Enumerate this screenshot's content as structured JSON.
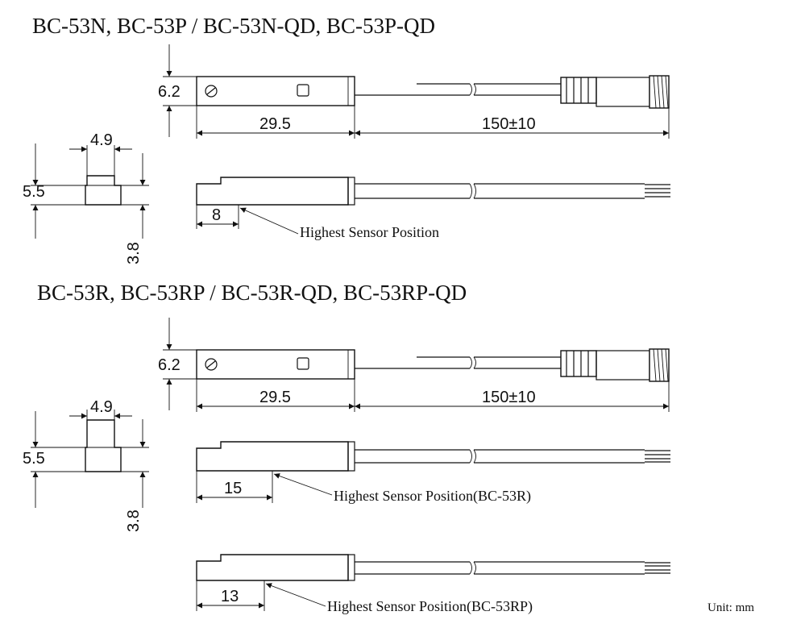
{
  "section_a": {
    "title": "BC-53N, BC-53P / BC-53N-QD, BC-53P-QD",
    "dim_height": "6.2",
    "dim_body_length": "29.5",
    "dim_cable_length": "150±10",
    "end_width": "4.9",
    "end_height": "5.5",
    "end_offset": "3.8",
    "sensor_offset": "8",
    "sensor_label": "Highest Sensor Position"
  },
  "section_b": {
    "title": "BC-53R, BC-53RP / BC-53R-QD, BC-53RP-QD",
    "dim_height": "6.2",
    "dim_body_length": "29.5",
    "dim_cable_length": "150±10",
    "end_width": "4.9",
    "end_height": "5.5",
    "end_offset": "3.8",
    "sensor_offset_r": "15",
    "sensor_label_r": "Highest Sensor Position(BC-53R)",
    "sensor_offset_rp": "13",
    "sensor_label_rp": "Highest Sensor Position(BC-53RP)"
  },
  "unit_label": "Unit: mm"
}
